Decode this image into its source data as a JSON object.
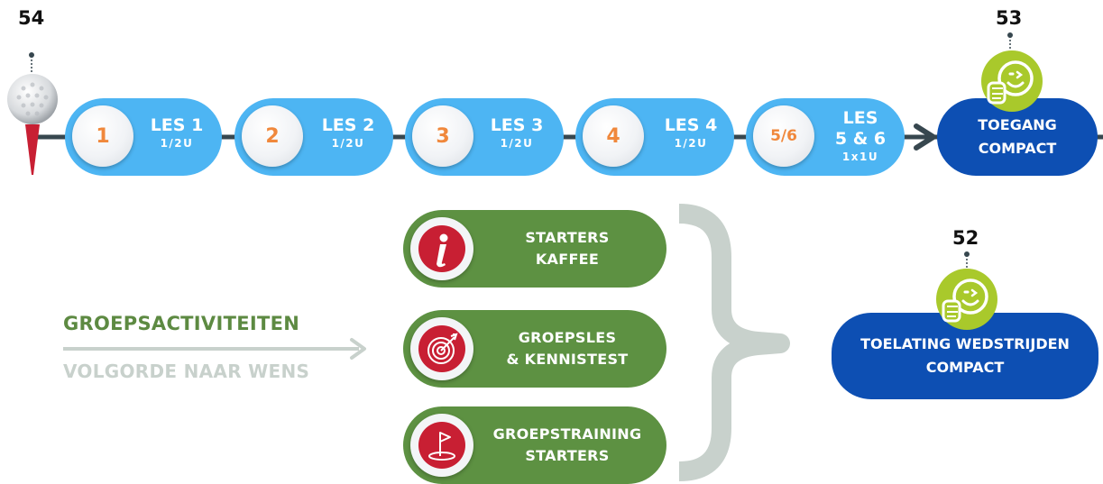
{
  "markers": {
    "m54": "54",
    "m53": "53",
    "m52": "52"
  },
  "lessons": [
    {
      "disc": "1",
      "title": "LES 1",
      "sub": "1/2U"
    },
    {
      "disc": "2",
      "title": "LES 2",
      "sub": "1/2U"
    },
    {
      "disc": "3",
      "title": "LES 3",
      "sub": "1/2U"
    },
    {
      "disc": "4",
      "title": "LES 4",
      "sub": "1/2U"
    },
    {
      "disc": "5/6",
      "title": "LES",
      "title2": "5 & 6",
      "sub": "1x1U"
    }
  ],
  "toegang": {
    "line1": "TOEGANG",
    "line2": "COMPACT"
  },
  "toelating": {
    "line1": "TOELATING WEDSTRIJDEN",
    "line2": "COMPACT"
  },
  "activities": [
    {
      "line1": "STARTERS",
      "line2": "KAFFEE",
      "icon": "info-icon"
    },
    {
      "line1": "GROEPSLES",
      "line2": "& KENNISTEST",
      "icon": "target-icon"
    },
    {
      "line1": "GROEPSTRAINING",
      "line2": "STARTERS",
      "icon": "golf-flag-icon"
    }
  ],
  "group": {
    "title": "GROEPSACTIVITEITEN",
    "subtitle": "VOLGORDE NAAR WENS"
  },
  "colors": {
    "lesson": "#4db5f3",
    "dark": "#0d4fb3",
    "green": "#5d9142",
    "red": "#c81f33",
    "accent_orange": "#f0883c",
    "lime": "#a9c92b",
    "line": "#37474f",
    "grey": "#c8d1cc"
  }
}
